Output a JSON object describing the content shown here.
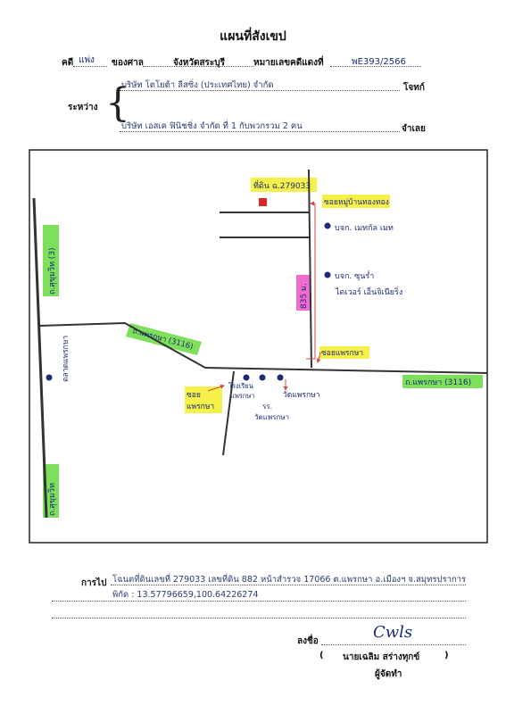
{
  "header": {
    "title": "แผนที่สังเขป",
    "case_label": "คดี",
    "case_type": "แพ่ง",
    "court_label": "ของศาล",
    "court_name": "จังหวัดสระบุรี",
    "case_no_label": "หมายเลขคดีแดงที่",
    "case_no": "พE393/2566"
  },
  "parties": {
    "between_label": "ระหว่าง",
    "plaintiff": "บริษัท โตโยต้า ลีสซิ่ง (ประเทศไทย) จำกัด",
    "plaintiff_role": "โจทก์",
    "defendant": "บริษัท เอสเค ฟินิชชิ่ง จำกัด ที่ 1 กับพวกรวม 2 คน",
    "defendant_role": "จำเลย"
  },
  "map": {
    "labels": {
      "deed_marker": "ที่ดิน ฉ.279033",
      "soi_thip": "ซอยหมู่บ้านทองทอง",
      "bank_lab": "บจก. เมทกัล เมท",
      "bank_sun": "บจก. ซุนร่ำ ไดเวอร์ เอ็นจิเนียริ่ง",
      "distance": "835 ม.",
      "soi_phraeksa": "ซอยแพรกษา",
      "road_phraeksa_left": "ถ.แพรกษา (3116)",
      "road_phraeksa_right": "ถ.แพรกษา (3116)",
      "road_sukhumvit_top": "ถ.สุขุมวิท (3)",
      "road_sukhumvit_bottom": "ถ.สุขุมวิท",
      "market": "ตลาดแพรกษา",
      "soi_junction": "ซอย แพรกษา",
      "place_school": "โรงเรียน แพรกษา",
      "place_temple": "วัดแพรกษา",
      "place_hospital": "รร. วัดแพรกษา"
    },
    "colors": {
      "highlight_yellow": "#f5f04a",
      "highlight_green": "#7ee05a",
      "highlight_pink": "#f06ccf",
      "marker_red": "#d8242a",
      "pen_blue": "#1c2a78",
      "arrow_red": "#d04848"
    }
  },
  "footer": {
    "to_label": "การไป",
    "route_line": "โฉนดที่ดินเลขที่ 279033 เลขที่ดิน 882 หน้าสำรวจ 17066 ต.แพรกษา อ.เมืองฯ จ.สมุทรปราการ",
    "coords_line": "พิกัด : 13.57796659,100.64226274",
    "sign_label": "ลงชื่อ",
    "signature": "Cwls",
    "name_open": "(",
    "name": "นายเฉลิม สร่างทุกข์",
    "name_close": ")",
    "position": "ผู้จัดทำ"
  }
}
